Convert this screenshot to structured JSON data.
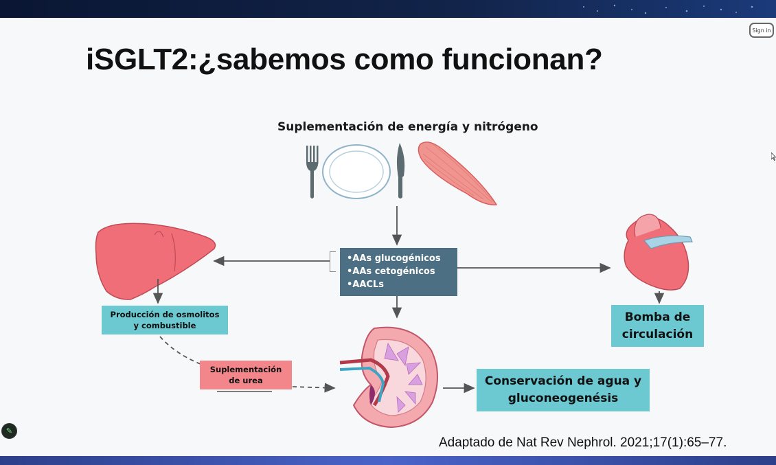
{
  "window": {
    "signin_label": "Sign in"
  },
  "slide": {
    "title": "iSGLT2:¿sabemos como funcionan?",
    "subtitle": "Suplementación de energía y nitrógeno",
    "aa_items": [
      "•AAs glucogénicos",
      "•AAs cetogénicos",
      "•AACLs"
    ],
    "osmolitos": {
      "line1": "Producción de osmolitos",
      "line2": "y combustible"
    },
    "urea": {
      "line1": "Suplementación",
      "line2": "de urea"
    },
    "bomba": {
      "line1": "Bomba de",
      "line2": "circulación"
    },
    "conservacion": {
      "line1": "Conservación de agua y",
      "line2": "gluconeogenésis"
    },
    "citation": "Adaptado de Nat Rev Nephrol. 2021;17(1):65–77."
  },
  "colors": {
    "cyan_box": "#6cc8d1",
    "pink_box": "#f2868a",
    "aa_box": "#4d6f83",
    "organ": "#ef6e77",
    "cutlery": "#5b6b70"
  }
}
